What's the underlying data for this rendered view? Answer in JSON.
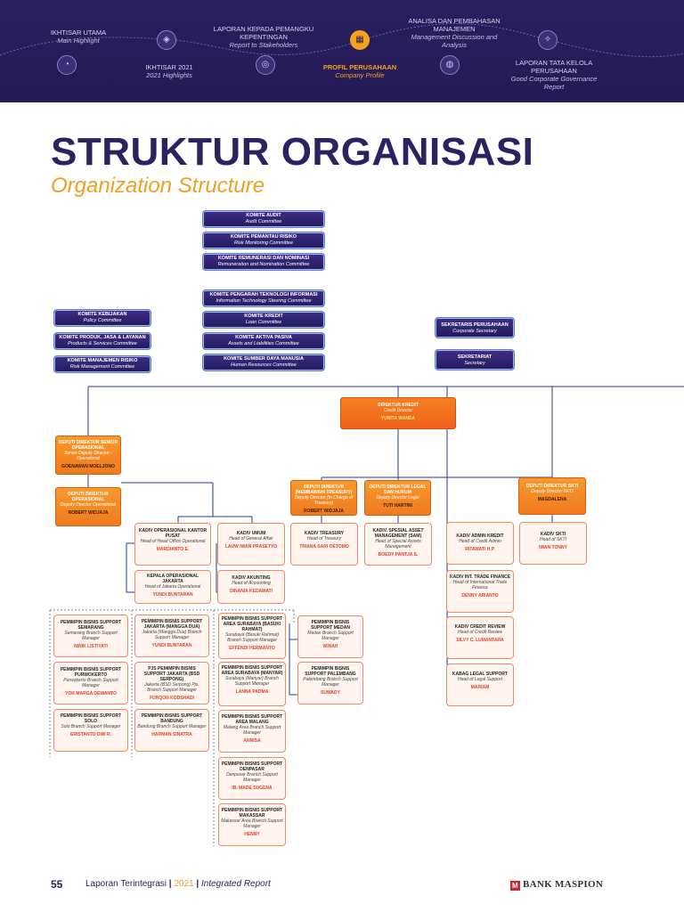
{
  "header": {
    "nav": [
      {
        "label": "IKHTISAR UTAMA",
        "sub": "Main Highlight",
        "active": false
      },
      {
        "label": "IKHTISAR 2021",
        "sub": "2021 Highlights",
        "active": false
      },
      {
        "label": "LAPORAN KEPADA PEMANGKU KEPENTINGAN",
        "sub": "Report to Stakeholders",
        "active": false
      },
      {
        "label": "PROFIL PERUSAHAAN",
        "sub": "Company Profile",
        "active": true
      },
      {
        "label": "ANALISA DAN PEMBAHASAN MANAJEMEN",
        "sub": "Management Discussion and Analysis",
        "active": false
      },
      {
        "label": "LAPORAN TATA KELOLA PERUSAHAAN",
        "sub": "Good Corporate Governance Report",
        "active": false
      }
    ]
  },
  "title": "STRUKTUR ORGANISASI",
  "subtitle": "Organization Structure",
  "committees": {
    "top": [
      {
        "t": "KOMITE AUDIT",
        "s": "Audit Committee"
      },
      {
        "t": "KOMITE PEMANTAU RISIKO",
        "s": "Risk Monitoring Committee"
      },
      {
        "t": "KOMITE REMUNERASI DAN NOMINASI",
        "s": "Remuneration and Nomination Committee"
      }
    ],
    "middle": [
      {
        "t": "KOMITE PENGARAH TEKNOLOGI INFORMASI",
        "s": "Information Technology Steering Committee"
      },
      {
        "t": "KOMITE KREDIT",
        "s": "Loan Committee"
      },
      {
        "t": "KOMITE AKTIVA PASIVA",
        "s": "Assets and Liabilities Committee"
      },
      {
        "t": "KOMITE SUMBER DAYA MANUSIA",
        "s": "Human Resources Committee"
      }
    ],
    "left": [
      {
        "t": "KOMITE KEBIJAKAN",
        "s": "Policy Committee"
      },
      {
        "t": "KOMITE PRODUK, JASA & LAYANAN",
        "s": "Products & Services Committee"
      },
      {
        "t": "KOMITE MANAJEMEN RISIKO",
        "s": "Risk Management Committee"
      }
    ],
    "right": [
      {
        "t": "SEKRETARIS PERUSAHAAN",
        "s": "Corporate Secretary"
      },
      {
        "t": "SEKRETARIAT",
        "s": "Secretary"
      }
    ]
  },
  "director": {
    "t": "DIREKTUR KREDIT",
    "s": "Credit Director",
    "n": "YUNITA WANDA"
  },
  "deputies": [
    {
      "t": "DEPUTI DIREKTUR SENIOR OPERASIONAL",
      "s": "Senior Deputy Director - Operational",
      "n": "GOENAWAN MOELJONO"
    },
    {
      "t": "DEPUTI DIREKTUR OPERASIONAL",
      "s": "Deputy Director Operational",
      "n": "ROBERT WIDJAJA"
    },
    {
      "t": "DEPUTI DIREKTUR (MEMBAWAHI TREASURY)",
      "s": "Deputy Director (In Charge of Treasury)",
      "n": "ROBERT WIDJAJA"
    },
    {
      "t": "DEPUTI DIREKTUR LEGAL DAN HUKUM",
      "s": "Deputy Director Legal",
      "n": "TUTI HARTINI"
    },
    {
      "t": "DEPUTI DIREKTUR SKTI",
      "s": "Deputy Director SKTI",
      "n": "MAGDALENA"
    }
  ],
  "units": [
    {
      "t": "KADIV OPERASIONAL KANTOR PUSAT",
      "s": "Head of Head Office Operational",
      "n": "MARDIANTO E."
    },
    {
      "t": "KEPALA OPERASIONAL JAKARTA",
      "s": "Head of Jakarta Operational",
      "n": "YUNDI BUNTARAN"
    },
    {
      "t": "KADIV UMUM",
      "s": "Head of General Affair",
      "n": "LAUW IWAN PRASETYO"
    },
    {
      "t": "KADIV AKUNTING",
      "s": "Head of Accounting",
      "n": "DINANIA KEDAWATI"
    },
    {
      "t": "KADIV TREASURY",
      "s": "Head of Treasury",
      "n": "TRIANA SARI OETOMO"
    },
    {
      "t": "KADIV. SPESIAL ASSET MANAGEMENT (SAM)",
      "s": "Head of Special Assets Management",
      "n": "BOEDY PANTJA S."
    },
    {
      "t": "KADIV ADMIN KREDIT",
      "s": "Head of Credit Admin",
      "n": "RITAWATI H.P."
    },
    {
      "t": "KADIV INT. TRADE FINANCE",
      "s": "Head of International Trade Finance",
      "n": "DENNY ARIANTO"
    },
    {
      "t": "KADIV CREDIT REVIEW",
      "s": "Head of Credit Review",
      "n": "SILVY C. LUMANTARA"
    },
    {
      "t": "KABAG LEGAL SUPPORT",
      "s": "Head of Legal Support",
      "n": "MARIAM"
    },
    {
      "t": "KADIV SKTI",
      "s": "Head of SKTI",
      "n": "IWAN TONNY"
    }
  ],
  "branches": [
    {
      "t": "PEMIMPIN BISNIS SUPPORT SEMARANG",
      "s": "Semarang Branch Support Manager",
      "n": "NINIK LISTIYATI"
    },
    {
      "t": "PEMIMPIN BISNIS SUPPORT PURWOKERTO",
      "s": "Purwokerto Branch Support Manager",
      "n": "YOK MARGA DEWANTO"
    },
    {
      "t": "PEMIMPIN BISNIS SUPPORT SOLO",
      "s": "Solo Branch Support Manager",
      "n": "ERISTANTO DWI R."
    },
    {
      "t": "PEMIMPIN BISNIS SUPPORT JAKARTA (MANGGA DUA)",
      "s": "Jakarta (Mangga Dua) Branch Support Manager",
      "n": "YUNDI BUNTARAN"
    },
    {
      "t": "PJS PEMIMPIN BISNIS SUPPORT JAKARTA (BSD SERPONG)",
      "s": "Jakarta (BSD Serpong) Pjs. Branch Support Manager",
      "n": "FURQON KODSHADI"
    },
    {
      "t": "PEMIMPIN BISNIS SUPPORT BANDUNG",
      "s": "Bandung Branch Support Manager",
      "n": "HARMAN SINATRA"
    },
    {
      "t": "PEMIMPIN BISNIS SUPPORT AREA SURABAYA (BASUKI RAHMAT)",
      "s": "Surabaya (Basuki Rahmat) Branch Support Manager",
      "n": "EFFENDI HERMANTO"
    },
    {
      "t": "PEMIMPIN BISNIS SUPPORT AREA SURABAYA (MANYAR)",
      "s": "Surabaya (Manyar) Branch Support Manager",
      "n": "LANNA PADMA"
    },
    {
      "t": "PEMIMPIN BISNIS SUPPORT AREA MALANG",
      "s": "Malang Area Branch Support Manager",
      "n": "ANNISA"
    },
    {
      "t": "PEMIMPIN BISNIS SUPPORT DENPASAR",
      "s": "Denpasar Branch Support Manager",
      "n": "IB. MADE SUGENA"
    },
    {
      "t": "PEMIMPIN BISNIS SUPPORT MAKASSAR",
      "s": "Makassar Area Branch Support Manager",
      "n": "HENNY"
    },
    {
      "t": "PEMIMPIN BISNIS SUPPORT MEDAN",
      "s": "Medan Branch Support Manager",
      "n": "WINAH"
    },
    {
      "t": "PEMIMPIN BISNIS SUPPORT PALEMBANG",
      "s": "Palembang Branch Support Manager",
      "n": "SUWADY"
    }
  ],
  "footer": {
    "page": "55",
    "report": "Laporan Terintegrasi",
    "sep": "|",
    "year": "2021",
    "report_en": "Integrated Report",
    "logo": "BANK MASPION",
    "logo_mark": "M"
  }
}
